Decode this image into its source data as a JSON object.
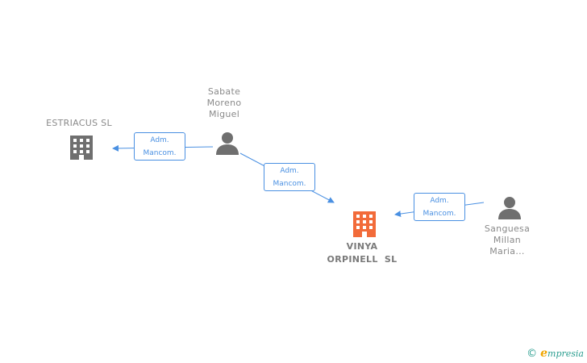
{
  "nodes": {
    "estriacus": {
      "label": "ESTRIACUS SL",
      "type": "company",
      "color": "#6f6f6f"
    },
    "sabate": {
      "lines": [
        "Sabate",
        "Moreno",
        "Miguel"
      ],
      "type": "person",
      "color": "#6f6f6f"
    },
    "vinya": {
      "lines": [
        "VINYA",
        "ORPINELL  SL"
      ],
      "type": "company",
      "color": "#f26b3a",
      "focus": true
    },
    "sanguesa": {
      "lines": [
        "Sanguesa",
        "Millan",
        "Maria..."
      ],
      "type": "person",
      "color": "#6f6f6f"
    }
  },
  "edges": [
    {
      "from": "sabate",
      "to": "estriacus",
      "label": [
        "Adm.",
        "Mancom."
      ]
    },
    {
      "from": "sabate",
      "to": "vinya",
      "label": [
        "Adm.",
        "Mancom."
      ]
    },
    {
      "from": "sanguesa",
      "to": "vinya",
      "label": [
        "Adm.",
        "Mancom."
      ]
    }
  ],
  "colors": {
    "edge": "#4a90e2",
    "node_text": "#8a8a8a"
  },
  "icons": {
    "company": "building-icon",
    "person": "person-icon"
  },
  "watermark": {
    "copyright": "©",
    "brand_initial": "e",
    "brand_rest": "mpresia"
  }
}
